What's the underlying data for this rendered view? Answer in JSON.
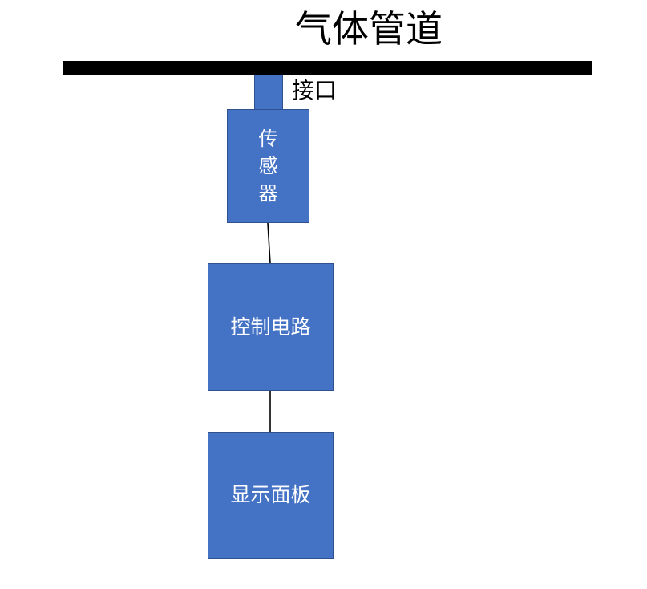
{
  "title": "气体管道",
  "port_label": "接口",
  "sensor_label": "传感器",
  "control_label": "控制电路",
  "display_label": "显示面板",
  "colors": {
    "box_fill": "#4472c4",
    "box_border": "#2f528f",
    "pipe": "#000000",
    "box_text": "#ffffff"
  }
}
